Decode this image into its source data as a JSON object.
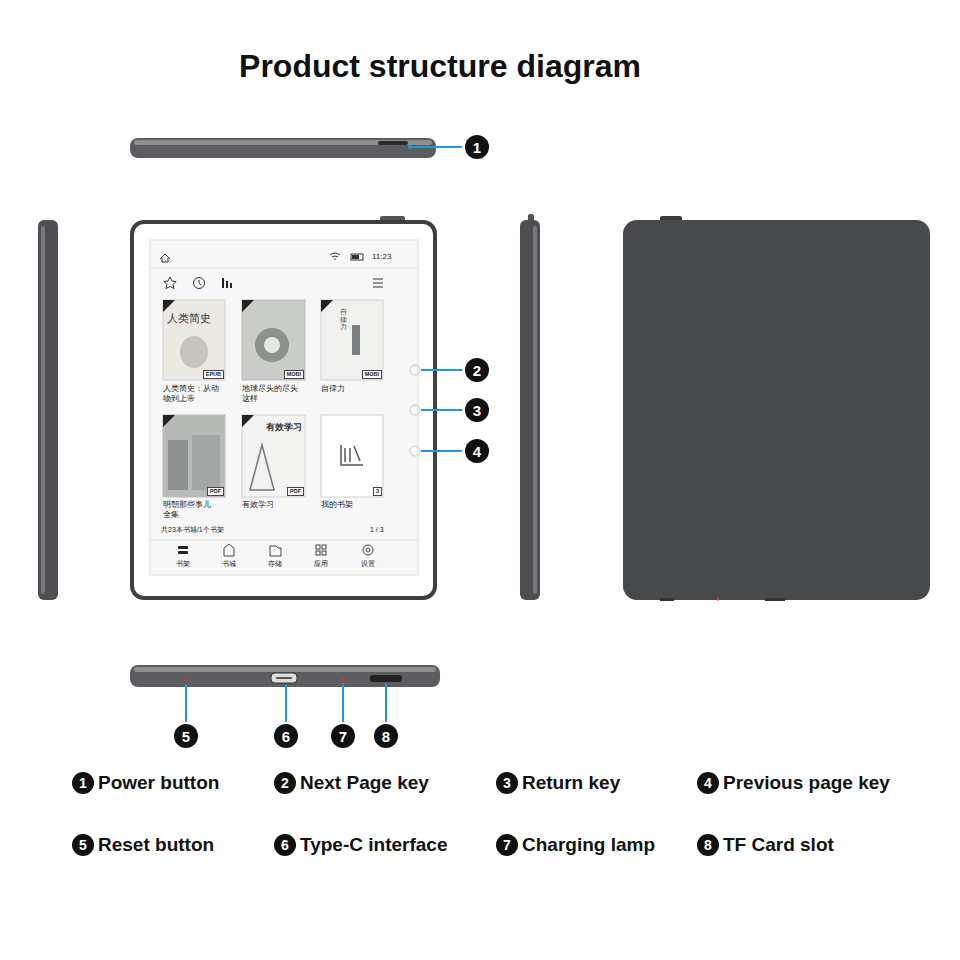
{
  "diagram": {
    "title": "Product structure diagram",
    "nodes": [
      {
        "text": [
          "1"
        ]
      },
      {
        "text": [
          "2"
        ]
      },
      {
        "text": [
          "3"
        ]
      },
      {
        "text": [
          "4"
        ]
      },
      {
        "text": [
          "5"
        ]
      },
      {
        "text": [
          "6"
        ]
      },
      {
        "text": [
          "7"
        ]
      },
      {
        "text": [
          "8"
        ]
      },
      {
        "text": [
          "1",
          "Power button"
        ]
      },
      {
        "text": [
          "2",
          "Next Page key"
        ]
      },
      {
        "text": [
          "3",
          "Return key"
        ]
      },
      {
        "text": [
          "4",
          "Previous page key"
        ]
      },
      {
        "text": [
          "5",
          "Reset button"
        ]
      },
      {
        "text": [
          "6",
          "Type-C interface"
        ]
      },
      {
        "text": [
          "7",
          "Charging lamp"
        ]
      },
      {
        "text": [
          "8",
          "TF Card slot"
        ]
      },
      {
        "text": [
          "EPUB"
        ]
      },
      {
        "text": [
          "MOBI"
        ]
      },
      {
        "text": [
          "MOBI"
        ]
      },
      {
        "text": [
          "PDF"
        ]
      },
      {
        "text": [
          "PDF"
        ]
      },
      {
        "text": [
          "3"
        ]
      }
    ],
    "labels": [
      "11:23",
      "人类简史",
      "有效学习",
      "自律力",
      "人类简史：从动物到上帝",
      "地球尽头的尽头这样",
      "自律力",
      "明朝那些事儿全集",
      "有效学习",
      "我的书架",
      "共23本书籍/1个书架",
      "1 / 3",
      "书架",
      "书城",
      "存储",
      "应用",
      "设置"
    ]
  }
}
